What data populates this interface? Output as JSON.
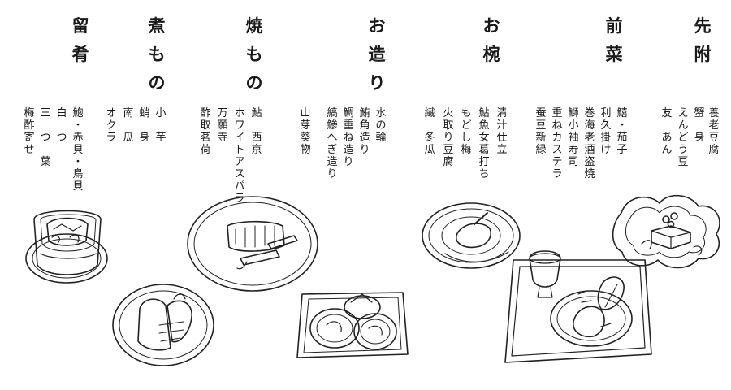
{
  "sections": [
    {
      "heading": "先附",
      "dishes": [
        "養老豆腐",
        "蟹　身",
        "えんどう豆",
        "友　あん"
      ]
    },
    {
      "heading": "前菜",
      "dishes": [
        "鱚・茄子",
        "利久掛け",
        "巻海老酒盗焼",
        "鰤小袖寿司",
        "重ねカステラ",
        "蚕豆新緑"
      ]
    },
    {
      "heading": "お椀",
      "dishes": [
        "清汁仕立",
        "鮎魚女葛打ち",
        "もどし梅",
        "火取り豆腐",
        "繊　冬瓜"
      ]
    },
    {
      "heading": "お造り",
      "dishes": [
        "水の輪",
        "鮪角造り",
        "鯛重ね造り",
        "縞鯵へぎ造り",
        "山芽葵物"
      ]
    },
    {
      "heading": "焼もの",
      "dishes": [
        "鮎　西京",
        "ホワイトアスパラ",
        "万願寺",
        "酢取茗荷"
      ]
    },
    {
      "heading": "煮もの",
      "dishes": [
        "小　芋",
        "蛸　身",
        "南　瓜",
        "オクラ"
      ]
    },
    {
      "heading": "留肴",
      "dishes": [
        "鮑・赤貝・鳥貝",
        "白　つ",
        "三　つ　葉",
        "梅酢寄せ"
      ]
    }
  ]
}
